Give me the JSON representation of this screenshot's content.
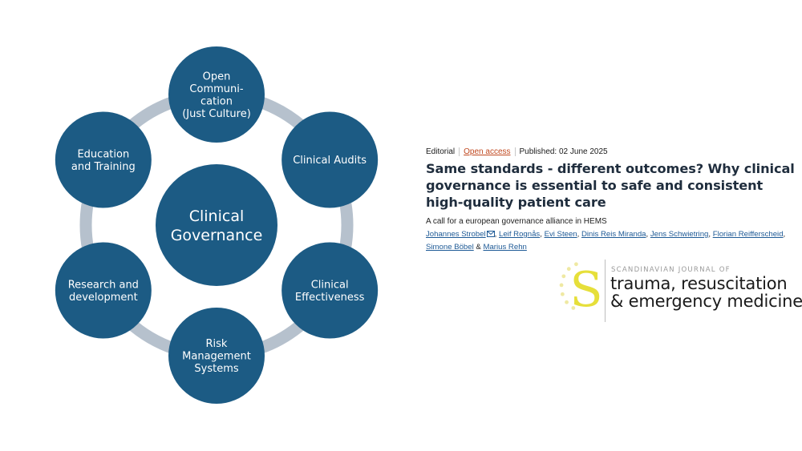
{
  "diagram": {
    "center": [
      "Clinical",
      "Governance"
    ],
    "nodes": [
      {
        "id": "open-communication",
        "lines": [
          "Open",
          "Communi-",
          "cation",
          "(Just Culture)"
        ]
      },
      {
        "id": "clinical-audits",
        "lines": [
          "Clinical Audits"
        ]
      },
      {
        "id": "clinical-effectiveness",
        "lines": [
          "Clinical",
          "Effectiveness"
        ]
      },
      {
        "id": "risk-management",
        "lines": [
          "Risk",
          "Management",
          "Systems"
        ]
      },
      {
        "id": "research-development",
        "lines": [
          "Research and",
          "development"
        ]
      },
      {
        "id": "education-training",
        "lines": [
          "Education",
          "and Training"
        ]
      }
    ],
    "colors": {
      "node": "#1c5b84",
      "ring": "#b6c1cd",
      "text": "#ffffff"
    }
  },
  "article": {
    "type": "Editorial",
    "access": "Open access",
    "published": "Published: 02 June 2025",
    "title": "Same standards - different outcomes? Why clinical governance is essential to safe and consistent high-quality patient care",
    "subtitle": "A call for a european governance alliance in HEMS",
    "authors": [
      "Johannes Strobel",
      "Leif Rognås",
      "Evi Steen",
      "Dinis Reis Miranda",
      "Jens Schwietring",
      "Florian Reifferscheid",
      "Simone Böbel",
      "Marius Rehn"
    ],
    "ampersand": "&"
  },
  "journal": {
    "small": "SCANDINAVIAN JOURNAL OF",
    "line1": "trauma, resuscitation",
    "line2": "& emergency medicine",
    "mark": "S",
    "colors": {
      "mark": "#e6df3a",
      "dots": "#efe9a3"
    }
  }
}
